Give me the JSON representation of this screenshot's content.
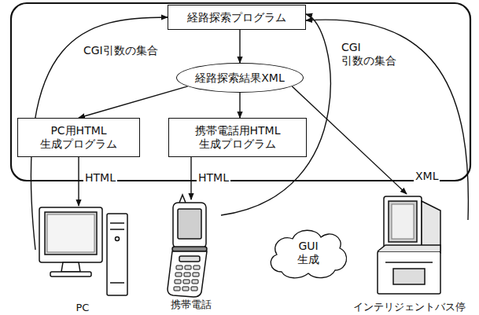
{
  "diagram": {
    "nodes": [
      {
        "text": [
          "経路探索プログラム"
        ]
      },
      {
        "text": [
          "経路探索結果XML"
        ]
      },
      {
        "text": [
          "PC用HTML 生成プログラム"
        ]
      },
      {
        "text": [
          "携帯電話用HTML 生成プログラム"
        ]
      },
      {
        "text": [
          "PC"
        ]
      },
      {
        "text": [
          "携帯電話"
        ]
      },
      {
        "text": [
          "GUI 生成"
        ]
      },
      {
        "text": [
          "インテリジェントバス停"
        ]
      }
    ],
    "edges": [
      {
        "from": 4,
        "to": 0,
        "arrow": "to",
        "label": "CGI引数の集合"
      },
      {
        "from": 0,
        "to": 1,
        "arrow": "to"
      },
      {
        "from": 1,
        "to": 2,
        "arrow": "to"
      },
      {
        "from": 1,
        "to": 3,
        "arrow": "to"
      },
      {
        "from": 1,
        "to": 7,
        "arrow": "to",
        "label": "XML"
      },
      {
        "from": 2,
        "to": 4,
        "arrow": "to",
        "label": "HTML"
      },
      {
        "from": 3,
        "to": 5,
        "arrow": "to",
        "label": "HTML"
      },
      {
        "from": 5,
        "to": 0,
        "arrow": "to"
      },
      {
        "from": 7,
        "to": 0,
        "arrow": "to",
        "label": "CGI 引数の集合"
      }
    ]
  }
}
